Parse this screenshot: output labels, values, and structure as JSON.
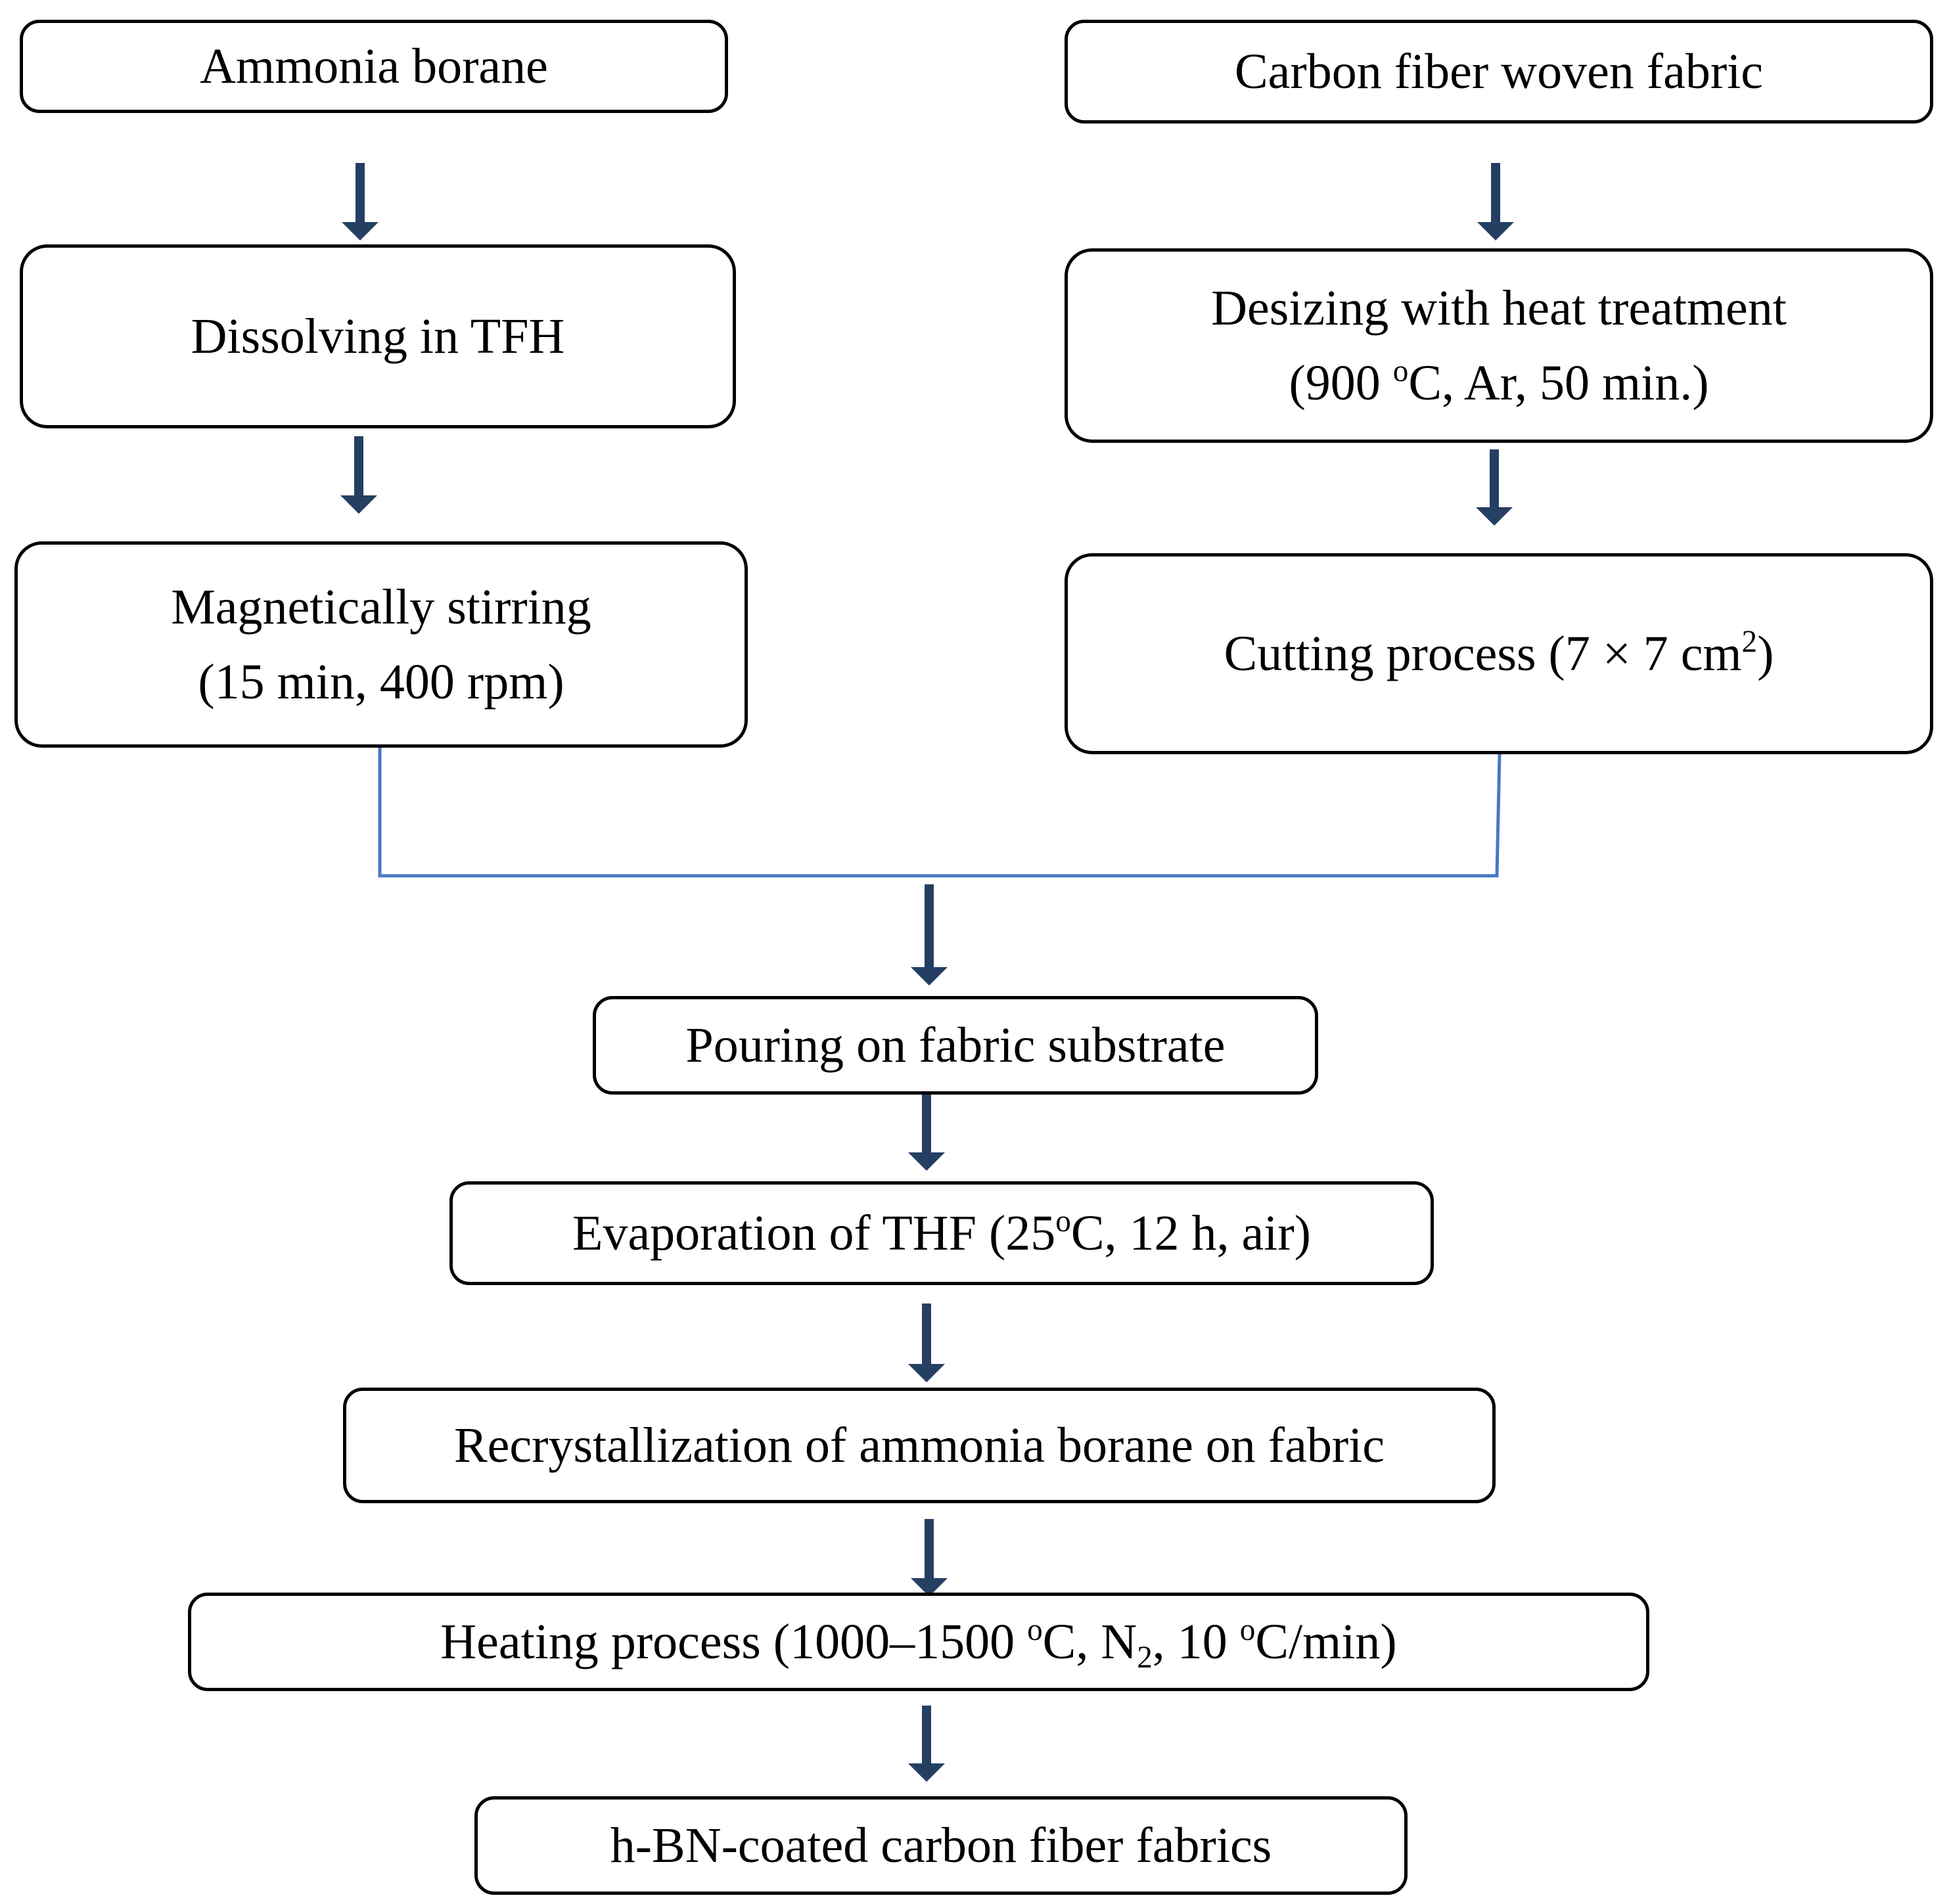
{
  "colors": {
    "arrow": "#253f63",
    "connector": "#4a78c4",
    "box_border": "#000000"
  },
  "left_branch": {
    "ammonia_borane": "Ammonia borane",
    "dissolving": "Dissolving in TFH",
    "stirring_line1": "Magnetically stirring",
    "stirring_line2": "(15 min, 400 rpm)"
  },
  "right_branch": {
    "carbon_fabric": "Carbon fiber woven fabric",
    "desizing_line1": "Desizing with heat treatment",
    "desizing_line2_pre": "(900 ",
    "desizing_line2_sup": "o",
    "desizing_line2_post": "C, Ar, 50 min.)",
    "cutting_pre": "Cutting process (7 × 7 cm",
    "cutting_sup": "2",
    "cutting_post": ")"
  },
  "merged": {
    "pouring": "Pouring on fabric substrate",
    "evaporation_pre": "Evaporation of THF (25",
    "evaporation_sup": "o",
    "evaporation_post": "C, 12 h, air)",
    "recrystallization": "Recrystallization of ammonia borane on fabric",
    "heating_a": "Heating process (1000–1500 ",
    "heating_sup1": "o",
    "heating_b": "C, N",
    "heating_sub": "2",
    "heating_c": ", 10 ",
    "heating_sup2": "o",
    "heating_d": "C/min)",
    "result": "h-BN-coated carbon fiber fabrics"
  }
}
